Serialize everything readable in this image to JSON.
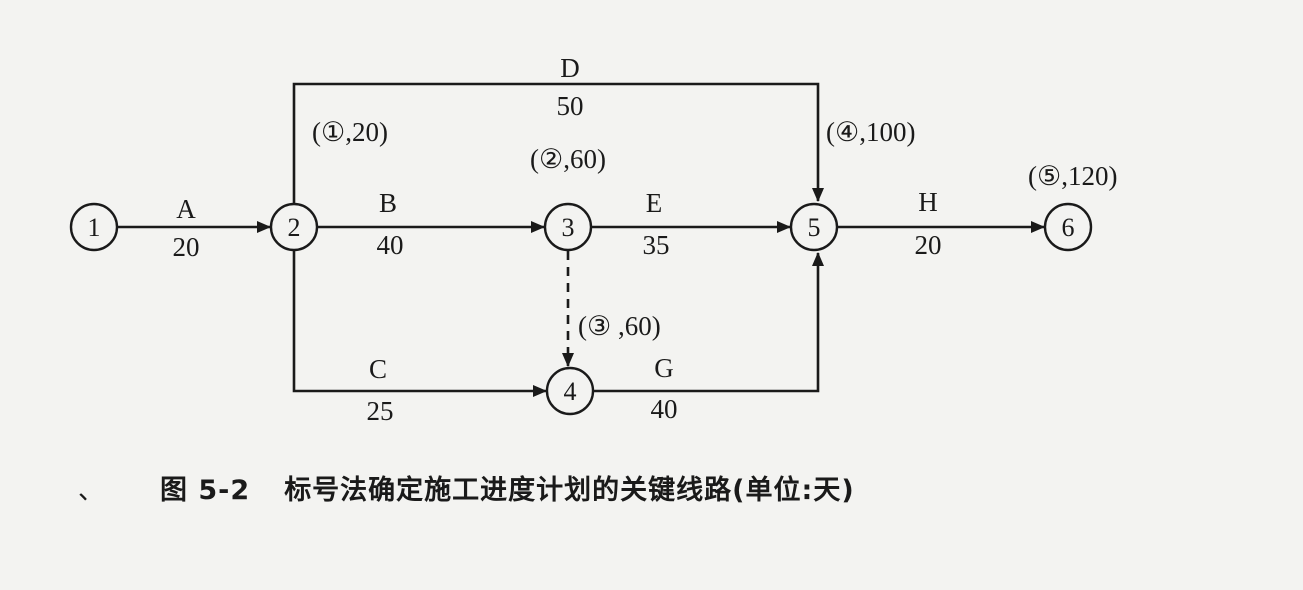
{
  "caption": {
    "figure_number": "图 5-2",
    "title": "标号法确定施工进度计划的关键线路(单位:天)",
    "mark": "、"
  },
  "nodes": [
    {
      "id": "1",
      "label": ""
    },
    {
      "id": "2",
      "label": "(①,20)"
    },
    {
      "id": "3",
      "label": "(②,60)"
    },
    {
      "id": "4",
      "label": "(③ ,60)"
    },
    {
      "id": "5",
      "label": "(④,100)"
    },
    {
      "id": "6",
      "label": "(⑤,120)"
    }
  ],
  "activities": [
    {
      "name": "A",
      "duration": "20",
      "from": "1",
      "to": "2",
      "type": "solid"
    },
    {
      "name": "B",
      "duration": "40",
      "from": "2",
      "to": "3",
      "type": "solid"
    },
    {
      "name": "C",
      "duration": "25",
      "from": "2",
      "to": "4",
      "type": "solid"
    },
    {
      "name": "D",
      "duration": "50",
      "from": "2",
      "to": "5",
      "type": "solid"
    },
    {
      "name": "E",
      "duration": "35",
      "from": "3",
      "to": "5",
      "type": "solid"
    },
    {
      "name": "G",
      "duration": "40",
      "from": "4",
      "to": "5",
      "type": "solid"
    },
    {
      "name": "H",
      "duration": "20",
      "from": "5",
      "to": "6",
      "type": "solid"
    },
    {
      "name": "",
      "duration": "",
      "from": "3",
      "to": "4",
      "type": "dummy"
    }
  ]
}
